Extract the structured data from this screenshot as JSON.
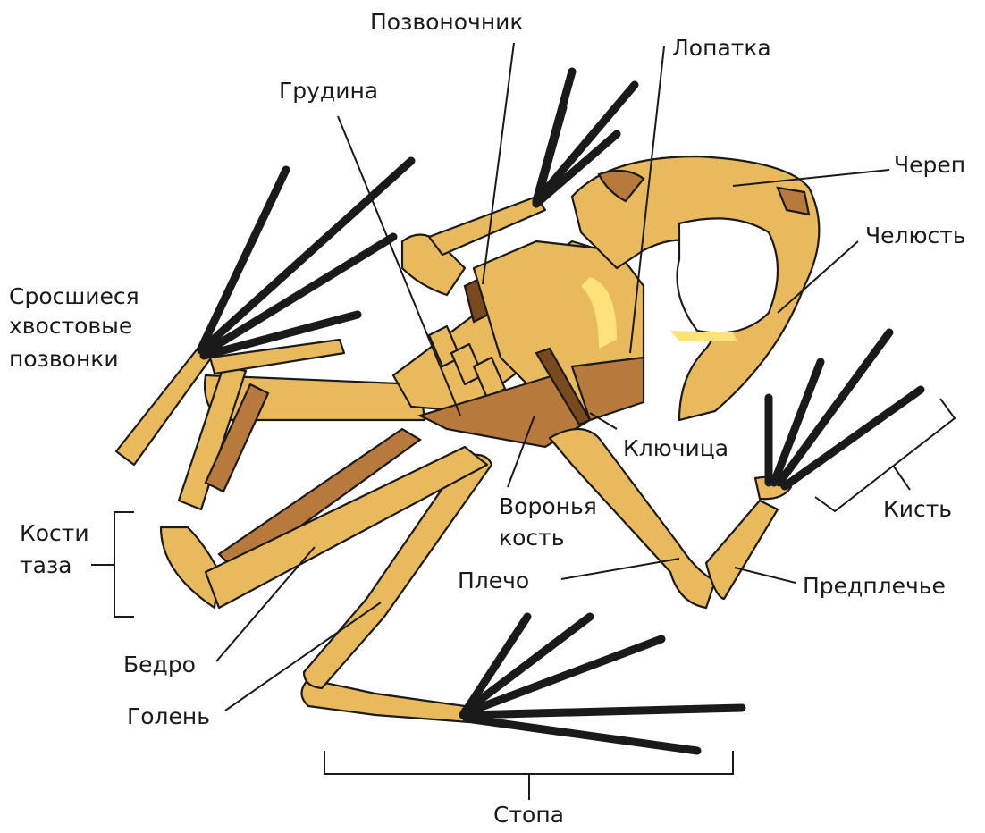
{
  "labels": {
    "spine": "Позвоночник",
    "scapula": "Лопатка",
    "sternum": "Грудина",
    "skull": "Череп",
    "jaw": "Челюсть",
    "urostyle_line1": "Сросшиеся",
    "urostyle_line2": "хвостовые",
    "urostyle_line3": "позвонки",
    "clavicle": "Ключица",
    "coracoid_line1": "Воронья",
    "coracoid_line2": "кость",
    "hand": "Кисть",
    "pelvis_line1": "Кости",
    "pelvis_line2": "таза",
    "humerus": "Плечо",
    "forearm": "Предплечье",
    "femur": "Бедро",
    "tibia": "Голень",
    "foot": "Стопа"
  },
  "colors": {
    "bone": "#e8b95d",
    "bone_dark": "#7a4a1f",
    "bone_mid": "#b87a3c",
    "highlight": "#ffe27a",
    "outline": "#1a1a1a"
  }
}
